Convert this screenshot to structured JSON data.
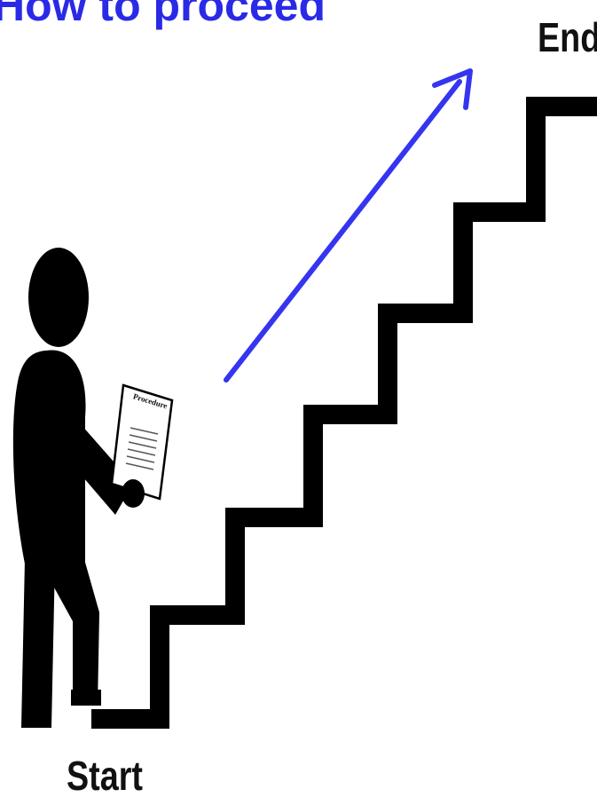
{
  "title": "How to proceed",
  "labels": {
    "end": "End",
    "start": "Start"
  },
  "document_title": "Procedure",
  "colors": {
    "title": "#2a2ae6",
    "arrow": "#3535f0",
    "ink": "#000000"
  },
  "icons": [
    "person-icon",
    "document-icon",
    "staircase-icon",
    "arrow-icon"
  ]
}
